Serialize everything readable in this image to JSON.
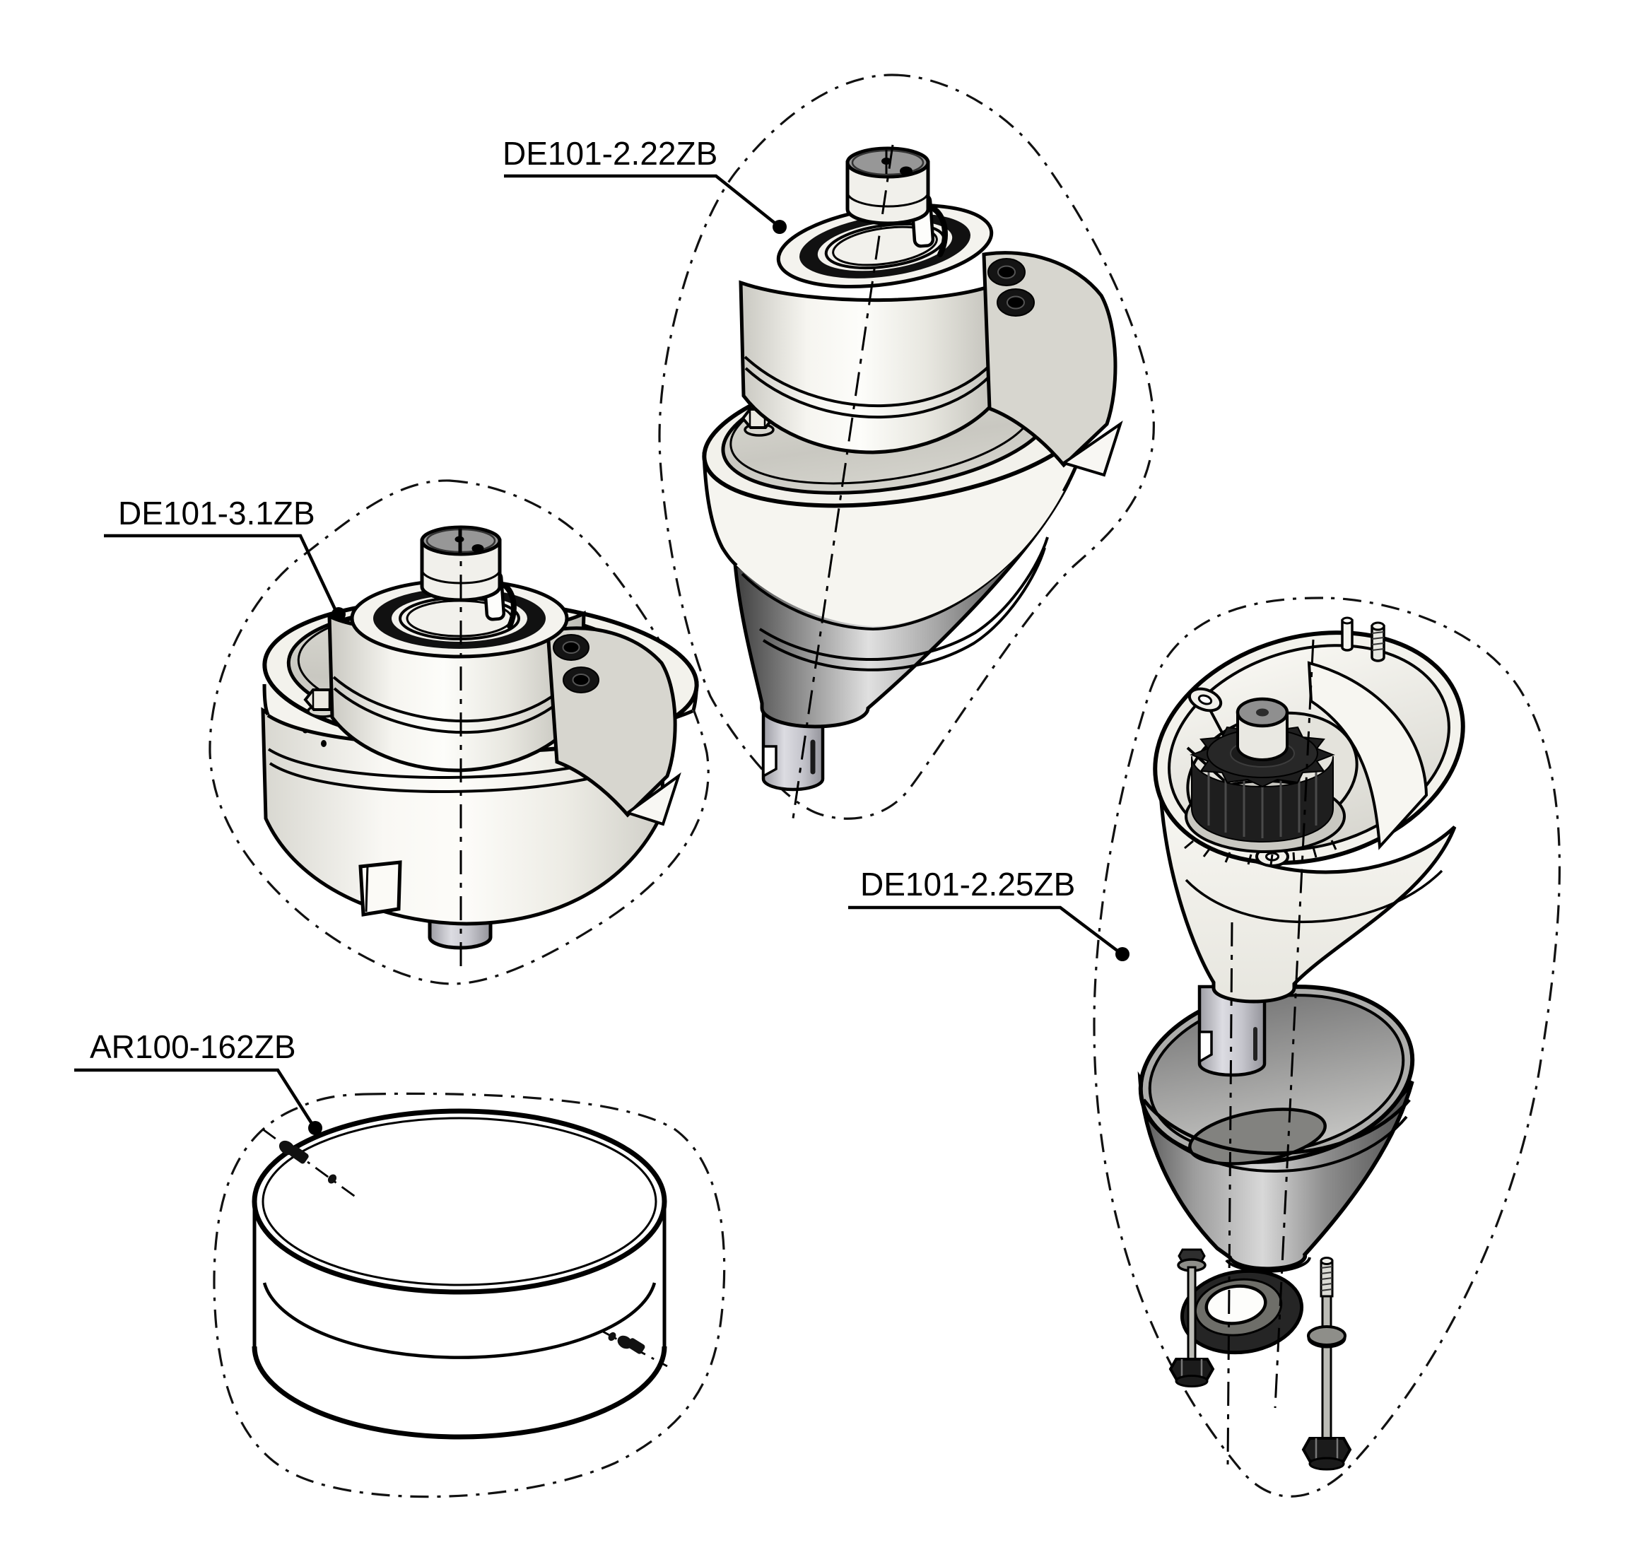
{
  "diagram": {
    "type": "exploded-parts-technical-drawing",
    "background": "#ffffff",
    "line_color": "#000000"
  },
  "parts": {
    "top": {
      "label": "DE101-2.22ZB"
    },
    "left": {
      "label": "DE101-3.1ZB"
    },
    "ring": {
      "label": "AR100-162ZB"
    },
    "exploded": {
      "label": "DE101-2.25ZB"
    }
  },
  "colors": {
    "body_cream": "#f3f2ec",
    "panel_gray": "#d7d6cf",
    "metal_dark": "#4a4a4a",
    "metal_light": "#d9d9d9",
    "shaft_gray": "#c3c3ca",
    "gear_black": "#1e1e1e",
    "cap_gray": "#979797"
  }
}
